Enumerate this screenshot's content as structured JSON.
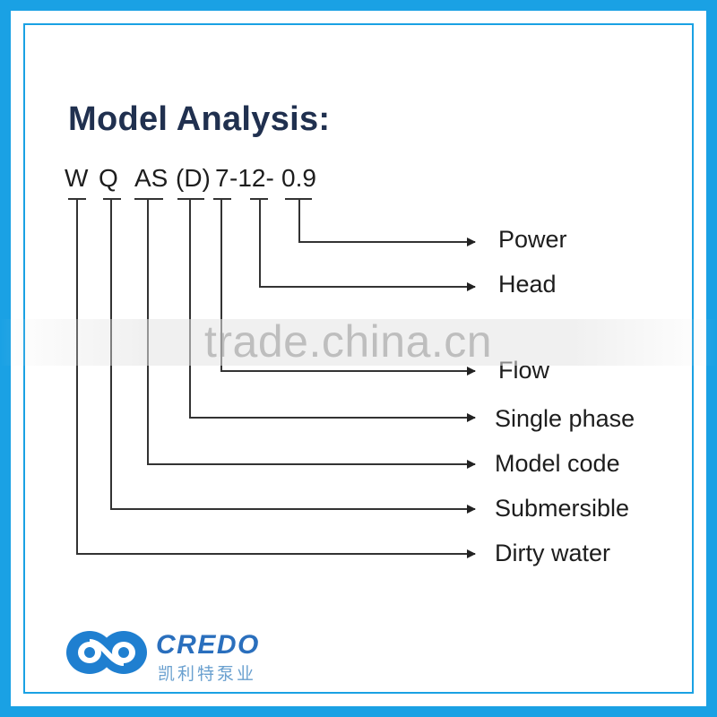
{
  "title": "Model Analysis:",
  "code_parts": [
    "W",
    "Q",
    "AS",
    "(D)",
    "7",
    "-12-",
    "0.9"
  ],
  "labels": [
    "Power",
    "Head",
    "Flow",
    "Single phase",
    "Model code",
    "Submersible",
    "Dirty water"
  ],
  "watermark": "trade.china.cn",
  "brand": {
    "name": "CREDO",
    "chinese_name": "凯利特泵业"
  },
  "colors": {
    "frame": "#1aa1e4",
    "title": "#20304f",
    "line": "#333333",
    "brand": "#2a6fbd"
  }
}
